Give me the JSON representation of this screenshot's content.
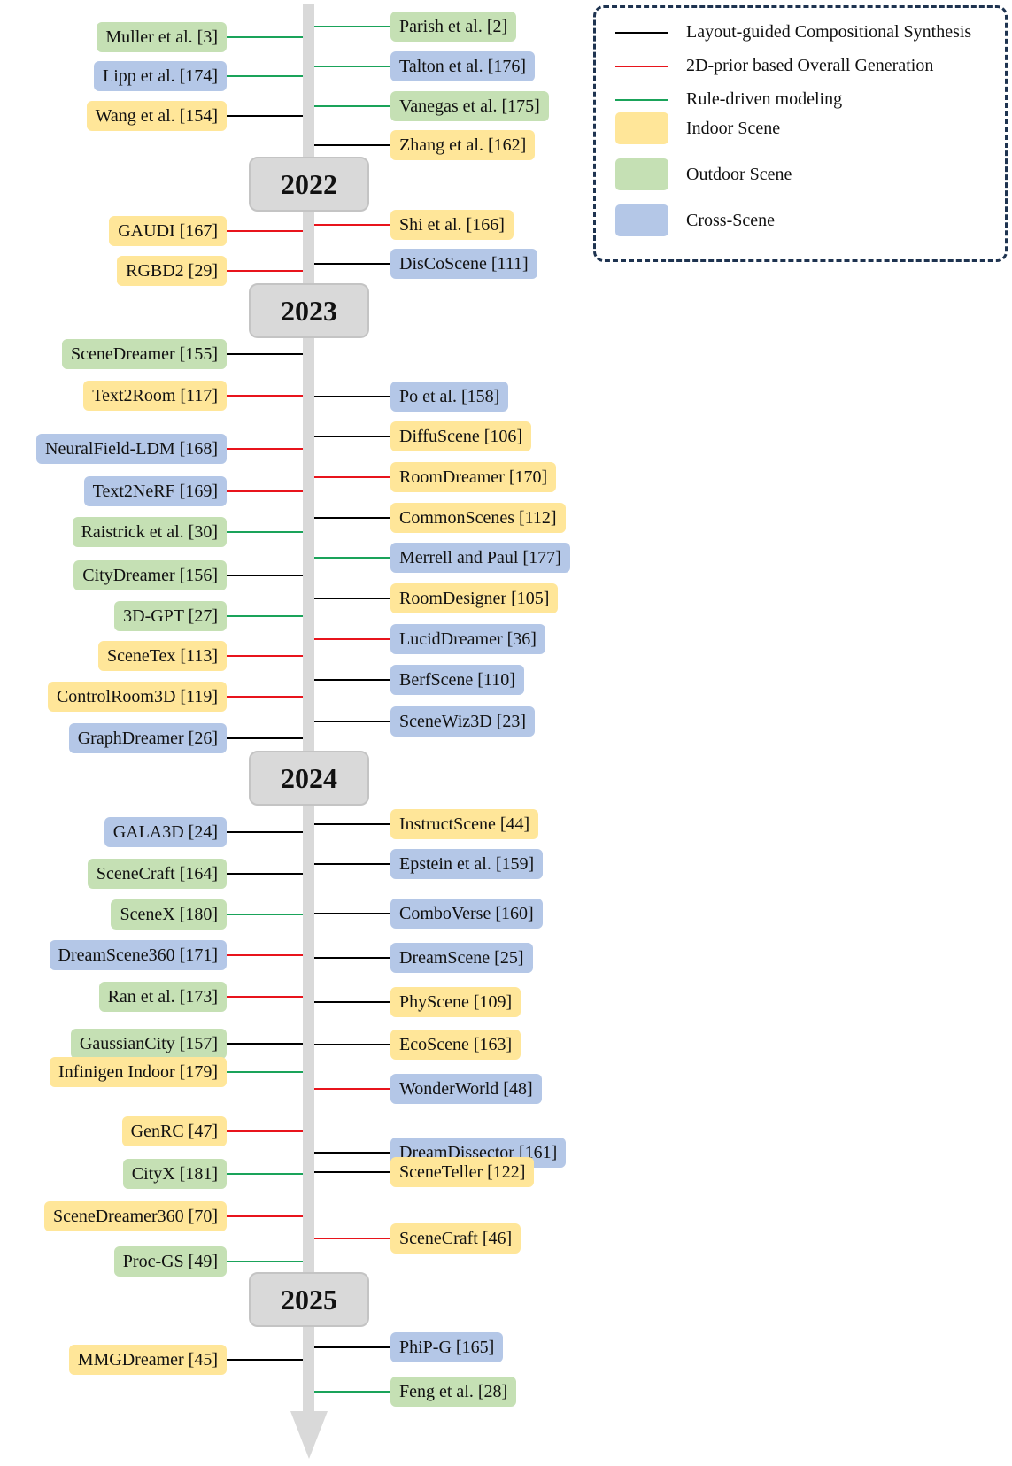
{
  "legend": {
    "lines": [
      {
        "key": "layout",
        "label": "Layout-guided Compositional Synthesis",
        "color": "#000000"
      },
      {
        "key": "prior2d",
        "label": "2D-prior based Overall Generation",
        "color": "#e8141c"
      },
      {
        "key": "rule",
        "label": "Rule-driven modeling",
        "color": "#1aa35a"
      }
    ],
    "swatches": [
      {
        "key": "indoor",
        "label": "Indoor Scene",
        "color": "#ffe699"
      },
      {
        "key": "outdoor",
        "label": "Outdoor Scene",
        "color": "#c5e0b4"
      },
      {
        "key": "cross",
        "label": "Cross-Scene",
        "color": "#b4c7e7"
      }
    ]
  },
  "years": [
    "2022",
    "2023",
    "2024",
    "2025"
  ],
  "methods": [
    {
      "label": "Muller et al. [3]",
      "side": "left",
      "scene": "outdoor",
      "method": "rule"
    },
    {
      "label": "Parish et al. [2]",
      "side": "right",
      "scene": "outdoor",
      "method": "rule"
    },
    {
      "label": "Talton et al. [176]",
      "side": "right",
      "scene": "cross",
      "method": "rule"
    },
    {
      "label": "Lipp et al. [174]",
      "side": "left",
      "scene": "cross",
      "method": "rule"
    },
    {
      "label": "Vanegas et al. [175]",
      "side": "right",
      "scene": "outdoor",
      "method": "rule"
    },
    {
      "label": "Wang et al. [154]",
      "side": "left",
      "scene": "indoor",
      "method": "layout"
    },
    {
      "label": "Zhang et al. [162]",
      "side": "right",
      "scene": "indoor",
      "method": "layout"
    },
    {
      "label": "Shi et al. [166]",
      "side": "right",
      "scene": "indoor",
      "method": "prior2d"
    },
    {
      "label": "GAUDI [167]",
      "side": "left",
      "scene": "indoor",
      "method": "prior2d"
    },
    {
      "label": "DisCoScene [111]",
      "side": "right",
      "scene": "cross",
      "method": "layout"
    },
    {
      "label": "RGBD2 [29]",
      "side": "left",
      "scene": "indoor",
      "method": "prior2d"
    },
    {
      "label": "SceneDreamer [155]",
      "side": "left",
      "scene": "outdoor",
      "method": "layout"
    },
    {
      "label": "Text2Room [117]",
      "side": "left",
      "scene": "indoor",
      "method": "prior2d"
    },
    {
      "label": "Po et al. [158]",
      "side": "right",
      "scene": "cross",
      "method": "layout"
    },
    {
      "label": "DiffuScene [106]",
      "side": "right",
      "scene": "indoor",
      "method": "layout"
    },
    {
      "label": "NeuralField-LDM [168]",
      "side": "left",
      "scene": "cross",
      "method": "prior2d"
    },
    {
      "label": "RoomDreamer [170]",
      "side": "right",
      "scene": "indoor",
      "method": "prior2d"
    },
    {
      "label": "Text2NeRF [169]",
      "side": "left",
      "scene": "cross",
      "method": "prior2d"
    },
    {
      "label": "CommonScenes [112]",
      "side": "right",
      "scene": "indoor",
      "method": "layout"
    },
    {
      "label": "Raistrick et al. [30]",
      "side": "left",
      "scene": "outdoor",
      "method": "rule"
    },
    {
      "label": "Merrell and Paul [177]",
      "side": "right",
      "scene": "cross",
      "method": "rule"
    },
    {
      "label": "CityDreamer [156]",
      "side": "left",
      "scene": "outdoor",
      "method": "layout"
    },
    {
      "label": "RoomDesigner [105]",
      "side": "right",
      "scene": "indoor",
      "method": "layout"
    },
    {
      "label": "3D-GPT [27]",
      "side": "left",
      "scene": "outdoor",
      "method": "rule"
    },
    {
      "label": "LucidDreamer [36]",
      "side": "right",
      "scene": "cross",
      "method": "prior2d"
    },
    {
      "label": "SceneTex [113]",
      "side": "left",
      "scene": "indoor",
      "method": "prior2d"
    },
    {
      "label": "BerfScene [110]",
      "side": "right",
      "scene": "cross",
      "method": "layout"
    },
    {
      "label": "ControlRoom3D [119]",
      "side": "left",
      "scene": "indoor",
      "method": "prior2d"
    },
    {
      "label": "SceneWiz3D [23]",
      "side": "right",
      "scene": "cross",
      "method": "layout"
    },
    {
      "label": "GraphDreamer [26]",
      "side": "left",
      "scene": "cross",
      "method": "layout"
    },
    {
      "label": "InstructScene [44]",
      "side": "right",
      "scene": "indoor",
      "method": "layout"
    },
    {
      "label": "GALA3D [24]",
      "side": "left",
      "scene": "cross",
      "method": "layout"
    },
    {
      "label": "Epstein et al. [159]",
      "side": "right",
      "scene": "cross",
      "method": "layout"
    },
    {
      "label": "SceneCraft [164]",
      "side": "left",
      "scene": "outdoor",
      "method": "layout"
    },
    {
      "label": "ComboVerse [160]",
      "side": "right",
      "scene": "cross",
      "method": "layout"
    },
    {
      "label": "SceneX [180]",
      "side": "left",
      "scene": "outdoor",
      "method": "rule"
    },
    {
      "label": "DreamScene [25]",
      "side": "right",
      "scene": "cross",
      "method": "layout"
    },
    {
      "label": "DreamScene360 [171]",
      "side": "left",
      "scene": "cross",
      "method": "prior2d"
    },
    {
      "label": "PhyScene [109]",
      "side": "right",
      "scene": "indoor",
      "method": "layout"
    },
    {
      "label": "Ran et al. [173]",
      "side": "left",
      "scene": "outdoor",
      "method": "prior2d"
    },
    {
      "label": "EcoScene [163]",
      "side": "right",
      "scene": "indoor",
      "method": "layout"
    },
    {
      "label": "GaussianCity [157]",
      "side": "left",
      "scene": "outdoor",
      "method": "layout"
    },
    {
      "label": "WonderWorld [48]",
      "side": "right",
      "scene": "cross",
      "method": "prior2d"
    },
    {
      "label": "Infinigen Indoor [179]",
      "side": "left",
      "scene": "indoor",
      "method": "rule"
    },
    {
      "label": "GenRC [47]",
      "side": "left",
      "scene": "indoor",
      "method": "prior2d"
    },
    {
      "label": "DreamDissector [161]",
      "side": "right",
      "scene": "cross",
      "method": "layout"
    },
    {
      "label": "CityX [181]",
      "side": "left",
      "scene": "outdoor",
      "method": "rule"
    },
    {
      "label": "SceneTeller [122]",
      "side": "right",
      "scene": "indoor",
      "method": "layout"
    },
    {
      "label": "SceneDreamer360 [70]",
      "side": "left",
      "scene": "indoor",
      "method": "prior2d"
    },
    {
      "label": "SceneCraft [46]",
      "side": "right",
      "scene": "indoor",
      "method": "prior2d"
    },
    {
      "label": "Proc-GS [49]",
      "side": "left",
      "scene": "outdoor",
      "method": "rule"
    },
    {
      "label": "PhiP-G [165]",
      "side": "right",
      "scene": "cross",
      "method": "layout"
    },
    {
      "label": "MMGDreamer [45]",
      "side": "left",
      "scene": "indoor",
      "method": "layout"
    },
    {
      "label": "Feng et al. [28]",
      "side": "right",
      "scene": "outdoor",
      "method": "rule"
    }
  ]
}
